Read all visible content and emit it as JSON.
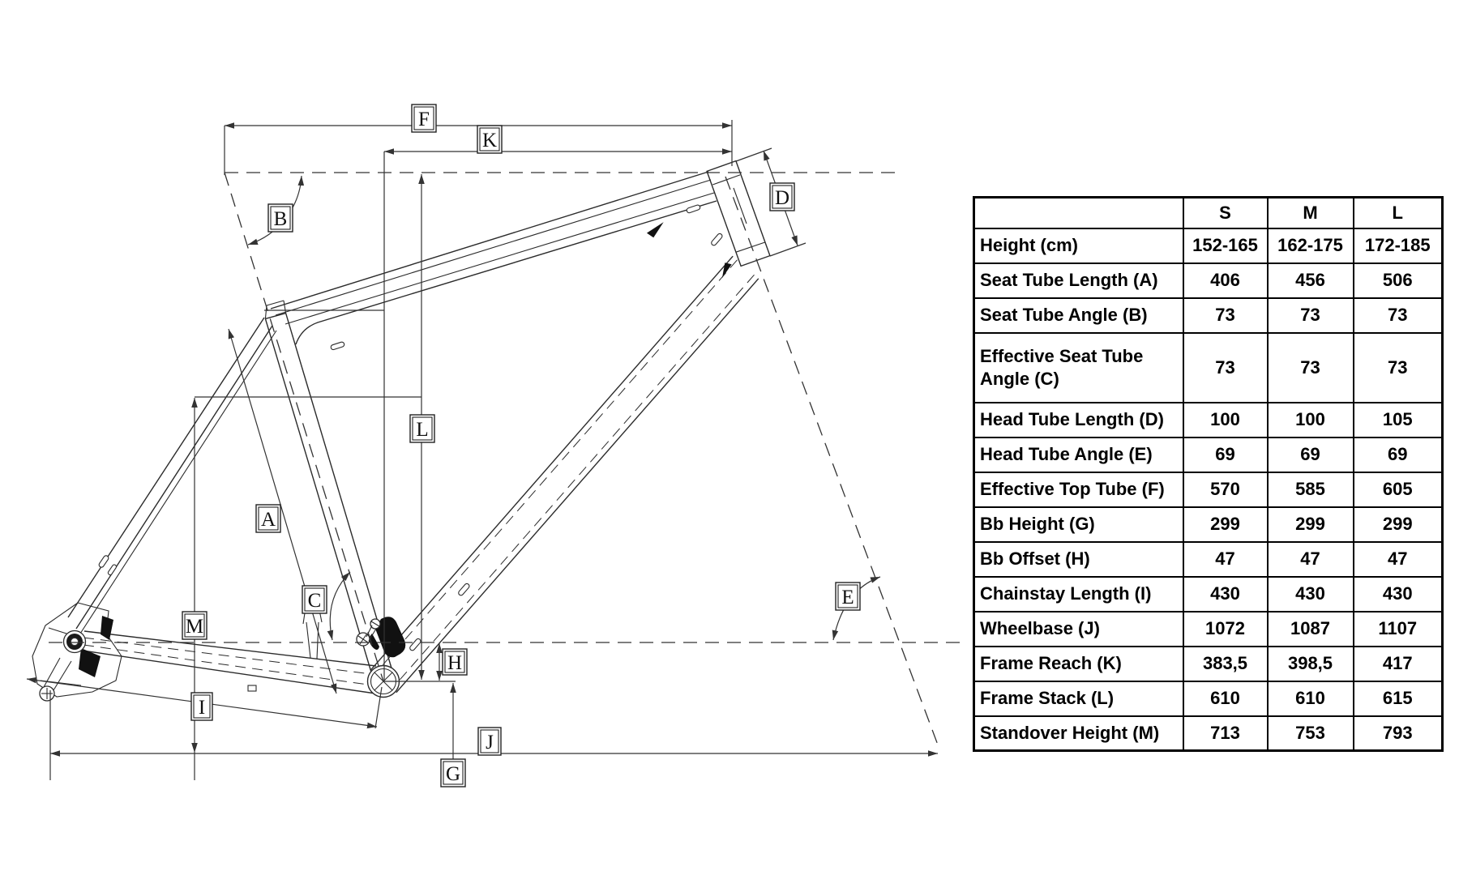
{
  "diagram": {
    "callouts": [
      {
        "letter": "F"
      },
      {
        "letter": "K"
      },
      {
        "letter": "B"
      },
      {
        "letter": "D"
      },
      {
        "letter": "L"
      },
      {
        "letter": "A"
      },
      {
        "letter": "C"
      },
      {
        "letter": "E"
      },
      {
        "letter": "M"
      },
      {
        "letter": "H"
      },
      {
        "letter": "I"
      },
      {
        "letter": "J"
      },
      {
        "letter": "G"
      }
    ]
  },
  "table": {
    "columns": [
      "",
      "S",
      "M",
      "L"
    ],
    "rows": [
      {
        "label": "Height (cm)",
        "values": [
          "152-165",
          "162-175",
          "172-185"
        ],
        "tall": false
      },
      {
        "label": "Seat Tube Length (A)",
        "values": [
          "406",
          "456",
          "506"
        ],
        "tall": false
      },
      {
        "label": "Seat Tube Angle (B)",
        "values": [
          "73",
          "73",
          "73"
        ],
        "tall": false
      },
      {
        "label": "Effective Seat Tube Angle (C)",
        "values": [
          "73",
          "73",
          "73"
        ],
        "tall": true
      },
      {
        "label": "Head Tube Length (D)",
        "values": [
          "100",
          "100",
          "105"
        ],
        "tall": false
      },
      {
        "label": "Head Tube Angle (E)",
        "values": [
          "69",
          "69",
          "69"
        ],
        "tall": false
      },
      {
        "label": "Effective Top Tube (F)",
        "values": [
          "570",
          "585",
          "605"
        ],
        "tall": false
      },
      {
        "label": "Bb Height (G)",
        "values": [
          "299",
          "299",
          "299"
        ],
        "tall": false
      },
      {
        "label": "Bb Offset (H)",
        "values": [
          "47",
          "47",
          "47"
        ],
        "tall": false
      },
      {
        "label": "Chainstay Length (I)",
        "values": [
          "430",
          "430",
          "430"
        ],
        "tall": false
      },
      {
        "label": "Wheelbase (J)",
        "values": [
          "1072",
          "1087",
          "1107"
        ],
        "tall": false
      },
      {
        "label": "Frame Reach (K)",
        "values": [
          "383,5",
          "398,5",
          "417"
        ],
        "tall": false
      },
      {
        "label": "Frame Stack (L)",
        "values": [
          "610",
          "610",
          "615"
        ],
        "tall": false
      },
      {
        "label": "Standover Height (M)",
        "values": [
          "713",
          "753",
          "793"
        ],
        "tall": false
      }
    ]
  }
}
